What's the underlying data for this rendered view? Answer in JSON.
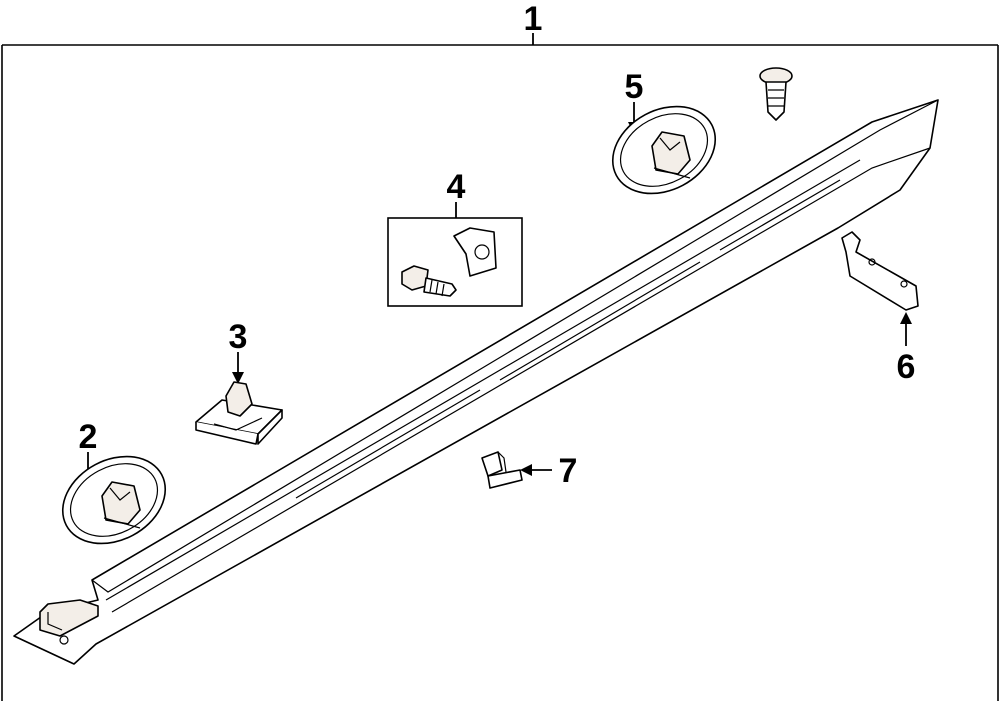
{
  "diagram": {
    "callouts": [
      "1",
      "2",
      "3",
      "4",
      "5",
      "6",
      "7"
    ],
    "colors": {
      "line": "#000000",
      "background": "#ffffff",
      "part_fill": "#ffffff",
      "shade": "#f3eee8"
    }
  }
}
